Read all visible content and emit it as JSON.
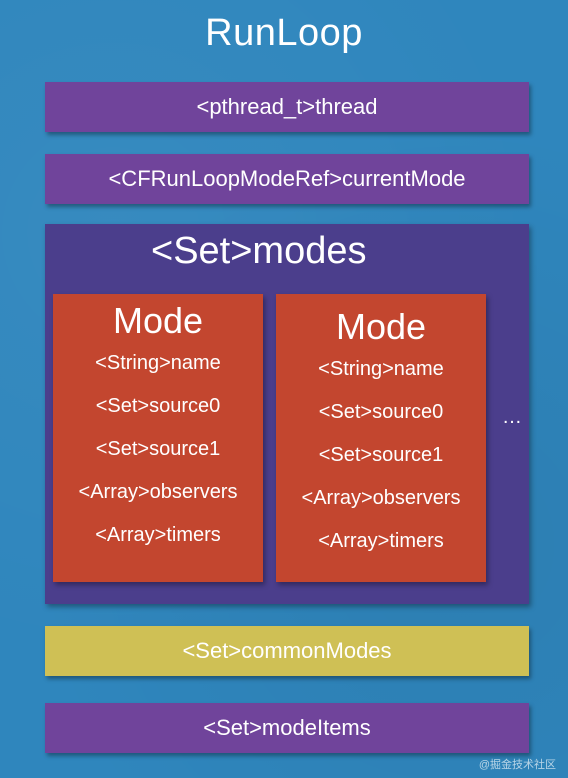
{
  "title": "RunLoop",
  "thread": "<pthread_t>thread",
  "current_mode": "<CFRunLoopModeRef>currentMode",
  "modes": {
    "title": "<Set>modes",
    "items": [
      {
        "title": "Mode",
        "fields": [
          "<String>name",
          "<Set>source0",
          "<Set>source1",
          "<Array>observers",
          "<Array>timers"
        ]
      },
      {
        "title": "Mode",
        "fields": [
          "<String>name",
          "<Set>source0",
          "<Set>source1",
          "<Array>observers",
          "<Array>timers"
        ]
      }
    ],
    "ellipsis": "…"
  },
  "common_modes": "<Set>commonModes",
  "mode_items": "<Set>modeItems",
  "watermark": "@掘金技术社区",
  "colors": {
    "background": "#2f86bd",
    "purple_bar": "#70449b",
    "modes_container": "#4b3e8c",
    "mode_box": "#c3462f",
    "common_modes_bar": "#cfc055"
  }
}
